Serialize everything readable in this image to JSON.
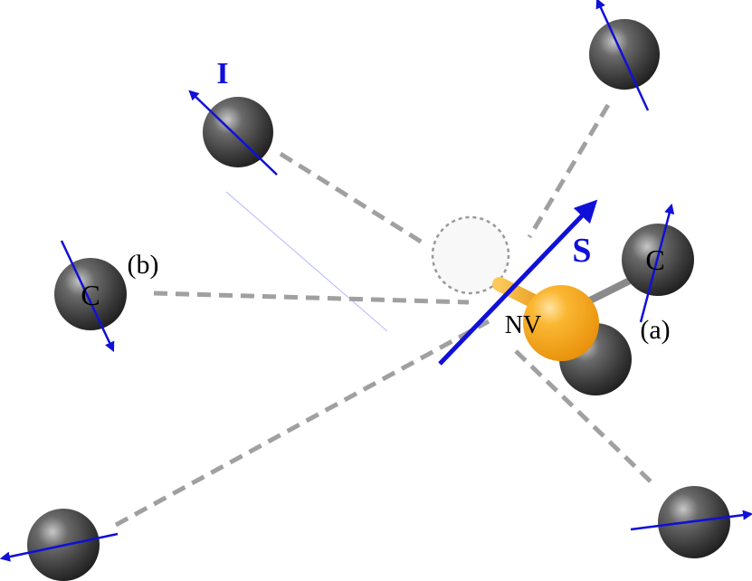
{
  "labels": {
    "nuclear_spin": "I",
    "electron_spin": "S",
    "carbon_a": "C",
    "carbon_b": "C",
    "tag_a": "(a)",
    "tag_b": "(b)",
    "center": "NV"
  },
  "colors": {
    "spin_arrow": "#1010d8",
    "carbon_atom": "#3e3e3e",
    "nitrogen_atom": "#f7a81b",
    "bond_line": "#a0a0a0",
    "vacancy_outline": "#9a9a9a"
  }
}
